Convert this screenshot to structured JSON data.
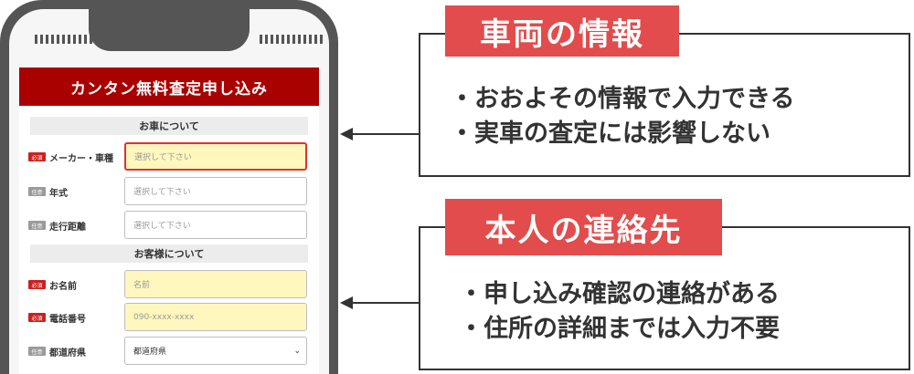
{
  "form": {
    "header": "カンタン無料査定申し込み",
    "sections": [
      "お車について",
      "お客様について"
    ],
    "rows": [
      {
        "badge": "必須",
        "label": "メーカー・車種",
        "value": "選択して下さい"
      },
      {
        "badge": "任意",
        "label": "年式",
        "value": "選択して下さい"
      },
      {
        "badge": "任意",
        "label": "走行距離",
        "value": "選択して下さい"
      },
      {
        "badge": "必須",
        "label": "お名前",
        "value": "名前"
      },
      {
        "badge": "必須",
        "label": "電話番号",
        "value": "090-xxxx-xxxx"
      },
      {
        "badge": "任意",
        "label": "都道府県",
        "value": "都道府県"
      }
    ]
  },
  "callouts": [
    {
      "title": "車両の情報",
      "bullets": [
        "・おおよその情報で入力できる",
        "・実車の査定には影響しない"
      ]
    },
    {
      "title": "本人の連絡先",
      "bullets": [
        "・申し込み確認の連絡がある",
        "・住所の詳細までは入力不要"
      ]
    }
  ],
  "colors": {
    "header": "#a90000",
    "required": "#cc1f1f",
    "optional": "#9a9a9a",
    "callout_title": "#e24c4c",
    "input_highlight": "#fff7be"
  }
}
